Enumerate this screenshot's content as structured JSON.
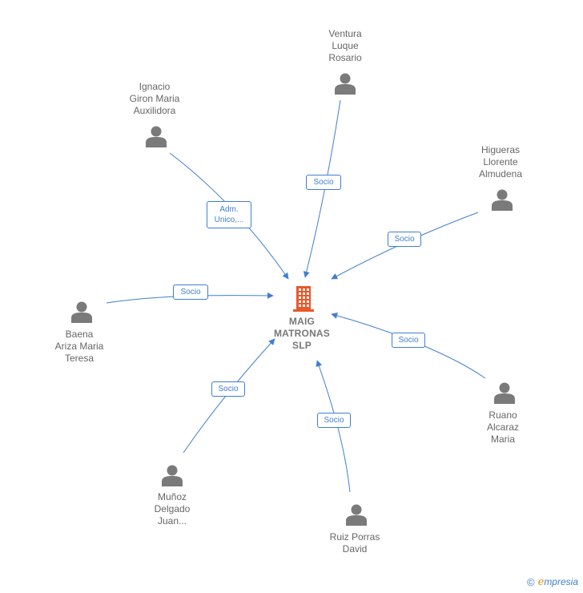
{
  "center": {
    "name_lines": [
      "MAIG",
      "MATRONAS",
      "SLP"
    ],
    "icon": "building-icon",
    "color": "#e8582a"
  },
  "people": [
    {
      "id": "ventura",
      "lines": [
        "Ventura",
        "Luque",
        "Rosario"
      ],
      "icon": "person-icon"
    },
    {
      "id": "ignacio",
      "lines": [
        "Ignacio",
        "Giron Maria",
        "Auxilidora"
      ],
      "icon": "person-icon"
    },
    {
      "id": "higueras",
      "lines": [
        "Higueras",
        "Llorente",
        "Almudena"
      ],
      "icon": "person-icon"
    },
    {
      "id": "baena",
      "lines": [
        "Baena",
        "Ariza Maria",
        "Teresa"
      ],
      "icon": "person-icon"
    },
    {
      "id": "ruano",
      "lines": [
        "Ruano",
        "Alcaraz",
        "Maria"
      ],
      "icon": "person-icon"
    },
    {
      "id": "munoz",
      "lines": [
        "Muñoz",
        "Delgado",
        "Juan..."
      ],
      "icon": "person-icon"
    },
    {
      "id": "ruiz",
      "lines": [
        "Ruiz Porras",
        "David"
      ],
      "icon": "person-icon"
    }
  ],
  "edges": [
    {
      "from": "ventura",
      "lines": [
        "Socio"
      ]
    },
    {
      "from": "ignacio",
      "lines": [
        "Adm.",
        "Unico,..."
      ]
    },
    {
      "from": "higueras",
      "lines": [
        "Socio"
      ]
    },
    {
      "from": "baena",
      "lines": [
        "Socio"
      ]
    },
    {
      "from": "ruano",
      "lines": [
        "Socio"
      ]
    },
    {
      "from": "munoz",
      "lines": [
        "Socio"
      ]
    },
    {
      "from": "ruiz",
      "lines": [
        "Socio"
      ]
    }
  ],
  "colors": {
    "edge": "#3f7fcf",
    "person": "#7a7a7a",
    "label": "#666666"
  },
  "footer": {
    "copyright": "©",
    "brand_first": "e",
    "brand_rest": "mpresia"
  }
}
